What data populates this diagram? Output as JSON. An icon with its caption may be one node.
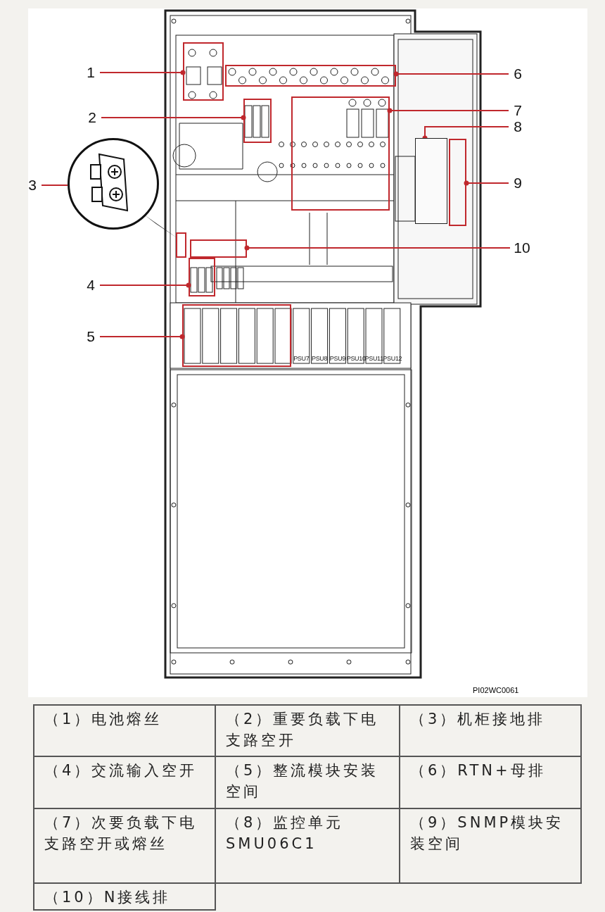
{
  "diagram": {
    "nodes": [
      {
        "text": [
          "1"
        ]
      },
      {
        "text": [],
        "shape": "box"
      },
      {
        "text": [
          "6"
        ]
      },
      {
        "text": [],
        "shape": "box"
      },
      {
        "text": [
          "2"
        ]
      },
      {
        "text": [],
        "shape": "box"
      },
      {
        "text": [
          "7"
        ]
      },
      {
        "text": [],
        "shape": "box"
      },
      {
        "text": [
          "8"
        ]
      },
      {
        "text": [],
        "shape": "box"
      },
      {
        "text": [
          "3"
        ]
      },
      {
        "text": [],
        "shape": "picture"
      },
      {
        "text": [
          "9"
        ]
      },
      {
        "text": [],
        "shape": "box"
      },
      {
        "text": [
          "10"
        ]
      },
      {
        "text": [],
        "shape": "box"
      },
      {
        "text": [
          "4"
        ]
      },
      {
        "text": [],
        "shape": "box"
      },
      {
        "text": [
          "5"
        ]
      },
      {
        "text": [],
        "shape": "box"
      },
      {
        "text": [],
        "shape": "box"
      }
    ],
    "edges": [
      {
        "from": 0,
        "to": 1,
        "arrow": "other"
      },
      {
        "from": 2,
        "to": 3,
        "arrow": "other"
      },
      {
        "from": 4,
        "to": 5,
        "arrow": "other"
      },
      {
        "from": 6,
        "to": 7,
        "arrow": "other"
      },
      {
        "from": 8,
        "to": 9,
        "arrow": "other"
      },
      {
        "from": 10,
        "to": 11,
        "arrow": "none"
      },
      {
        "from": 12,
        "to": 13,
        "arrow": "other"
      },
      {
        "from": 14,
        "to": 15,
        "arrow": "other"
      },
      {
        "from": 16,
        "to": 17,
        "arrow": "other"
      },
      {
        "from": 18,
        "to": 19,
        "arrow": "other"
      }
    ],
    "labels": [
      "PSU7",
      "PSU8",
      "PSU9",
      "PSU10",
      "PSU11",
      "PSU12",
      "PI02WC0061",
      "（1）电池熔丝",
      "（2）重要负载下电支路空开",
      "（3）机柜接地排",
      "（4）交流输入空开",
      "（5）整流模块安装空间",
      "（6）RTN+母排",
      "（7）次要负载下电支路空开或熔丝",
      "（8）监控单元SMU06C1",
      "（9）SNMP模块安装空间",
      "（10）N接线排"
    ]
  }
}
